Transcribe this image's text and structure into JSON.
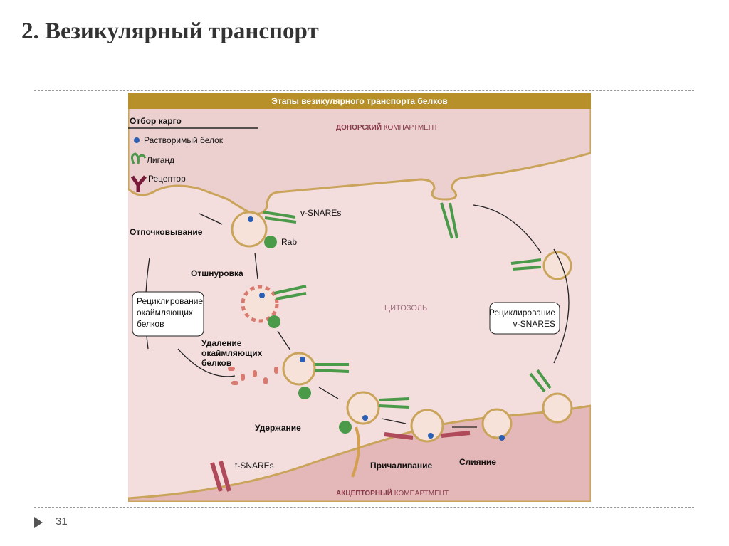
{
  "slide": {
    "title": "2. Везикулярный транспорт",
    "page_number": "31"
  },
  "diagram": {
    "header": "Этапы везикулярного транспорта белков",
    "legend": {
      "title": "Отбор карго",
      "items": [
        "Растворимый белок",
        "Лиганд",
        "Рецептор"
      ]
    },
    "donor": {
      "bold": "ДОНОРСКИЙ",
      "rest": "КОМПАРТМЕНТ"
    },
    "acceptor": {
      "bold": "АКЦЕПТОРНЫЙ",
      "rest": "КОМПАРТМЕНТ"
    },
    "cytosol": "ЦИТОЗОЛЬ",
    "labels": {
      "budding": "Отпочковывание",
      "pinching": "Отшнуровка",
      "uncoating": [
        "Удаление",
        "окаймляющих",
        "белков"
      ],
      "tethering": "Удержание",
      "docking": "Причаливание",
      "fusion": "Слияние",
      "v_snares": "v-SNAREs",
      "rab": "Rab",
      "t_snares": "t-SNAREs"
    },
    "boxes": {
      "coat_recycling": [
        "Рециклирование",
        "окаймляющих",
        "белков"
      ],
      "snare_recycling": [
        "Рециклирование",
        "v-SNARES"
      ]
    },
    "colors": {
      "header": "#b8902a",
      "background": "#f3dedd",
      "membrane": "#c9a45a",
      "vesicle": "#f6e2d8",
      "snare": "#4a9a4a",
      "coat": "#d87a70",
      "protein": "#2a5fb5",
      "receptor": "#7a1a3a"
    }
  }
}
